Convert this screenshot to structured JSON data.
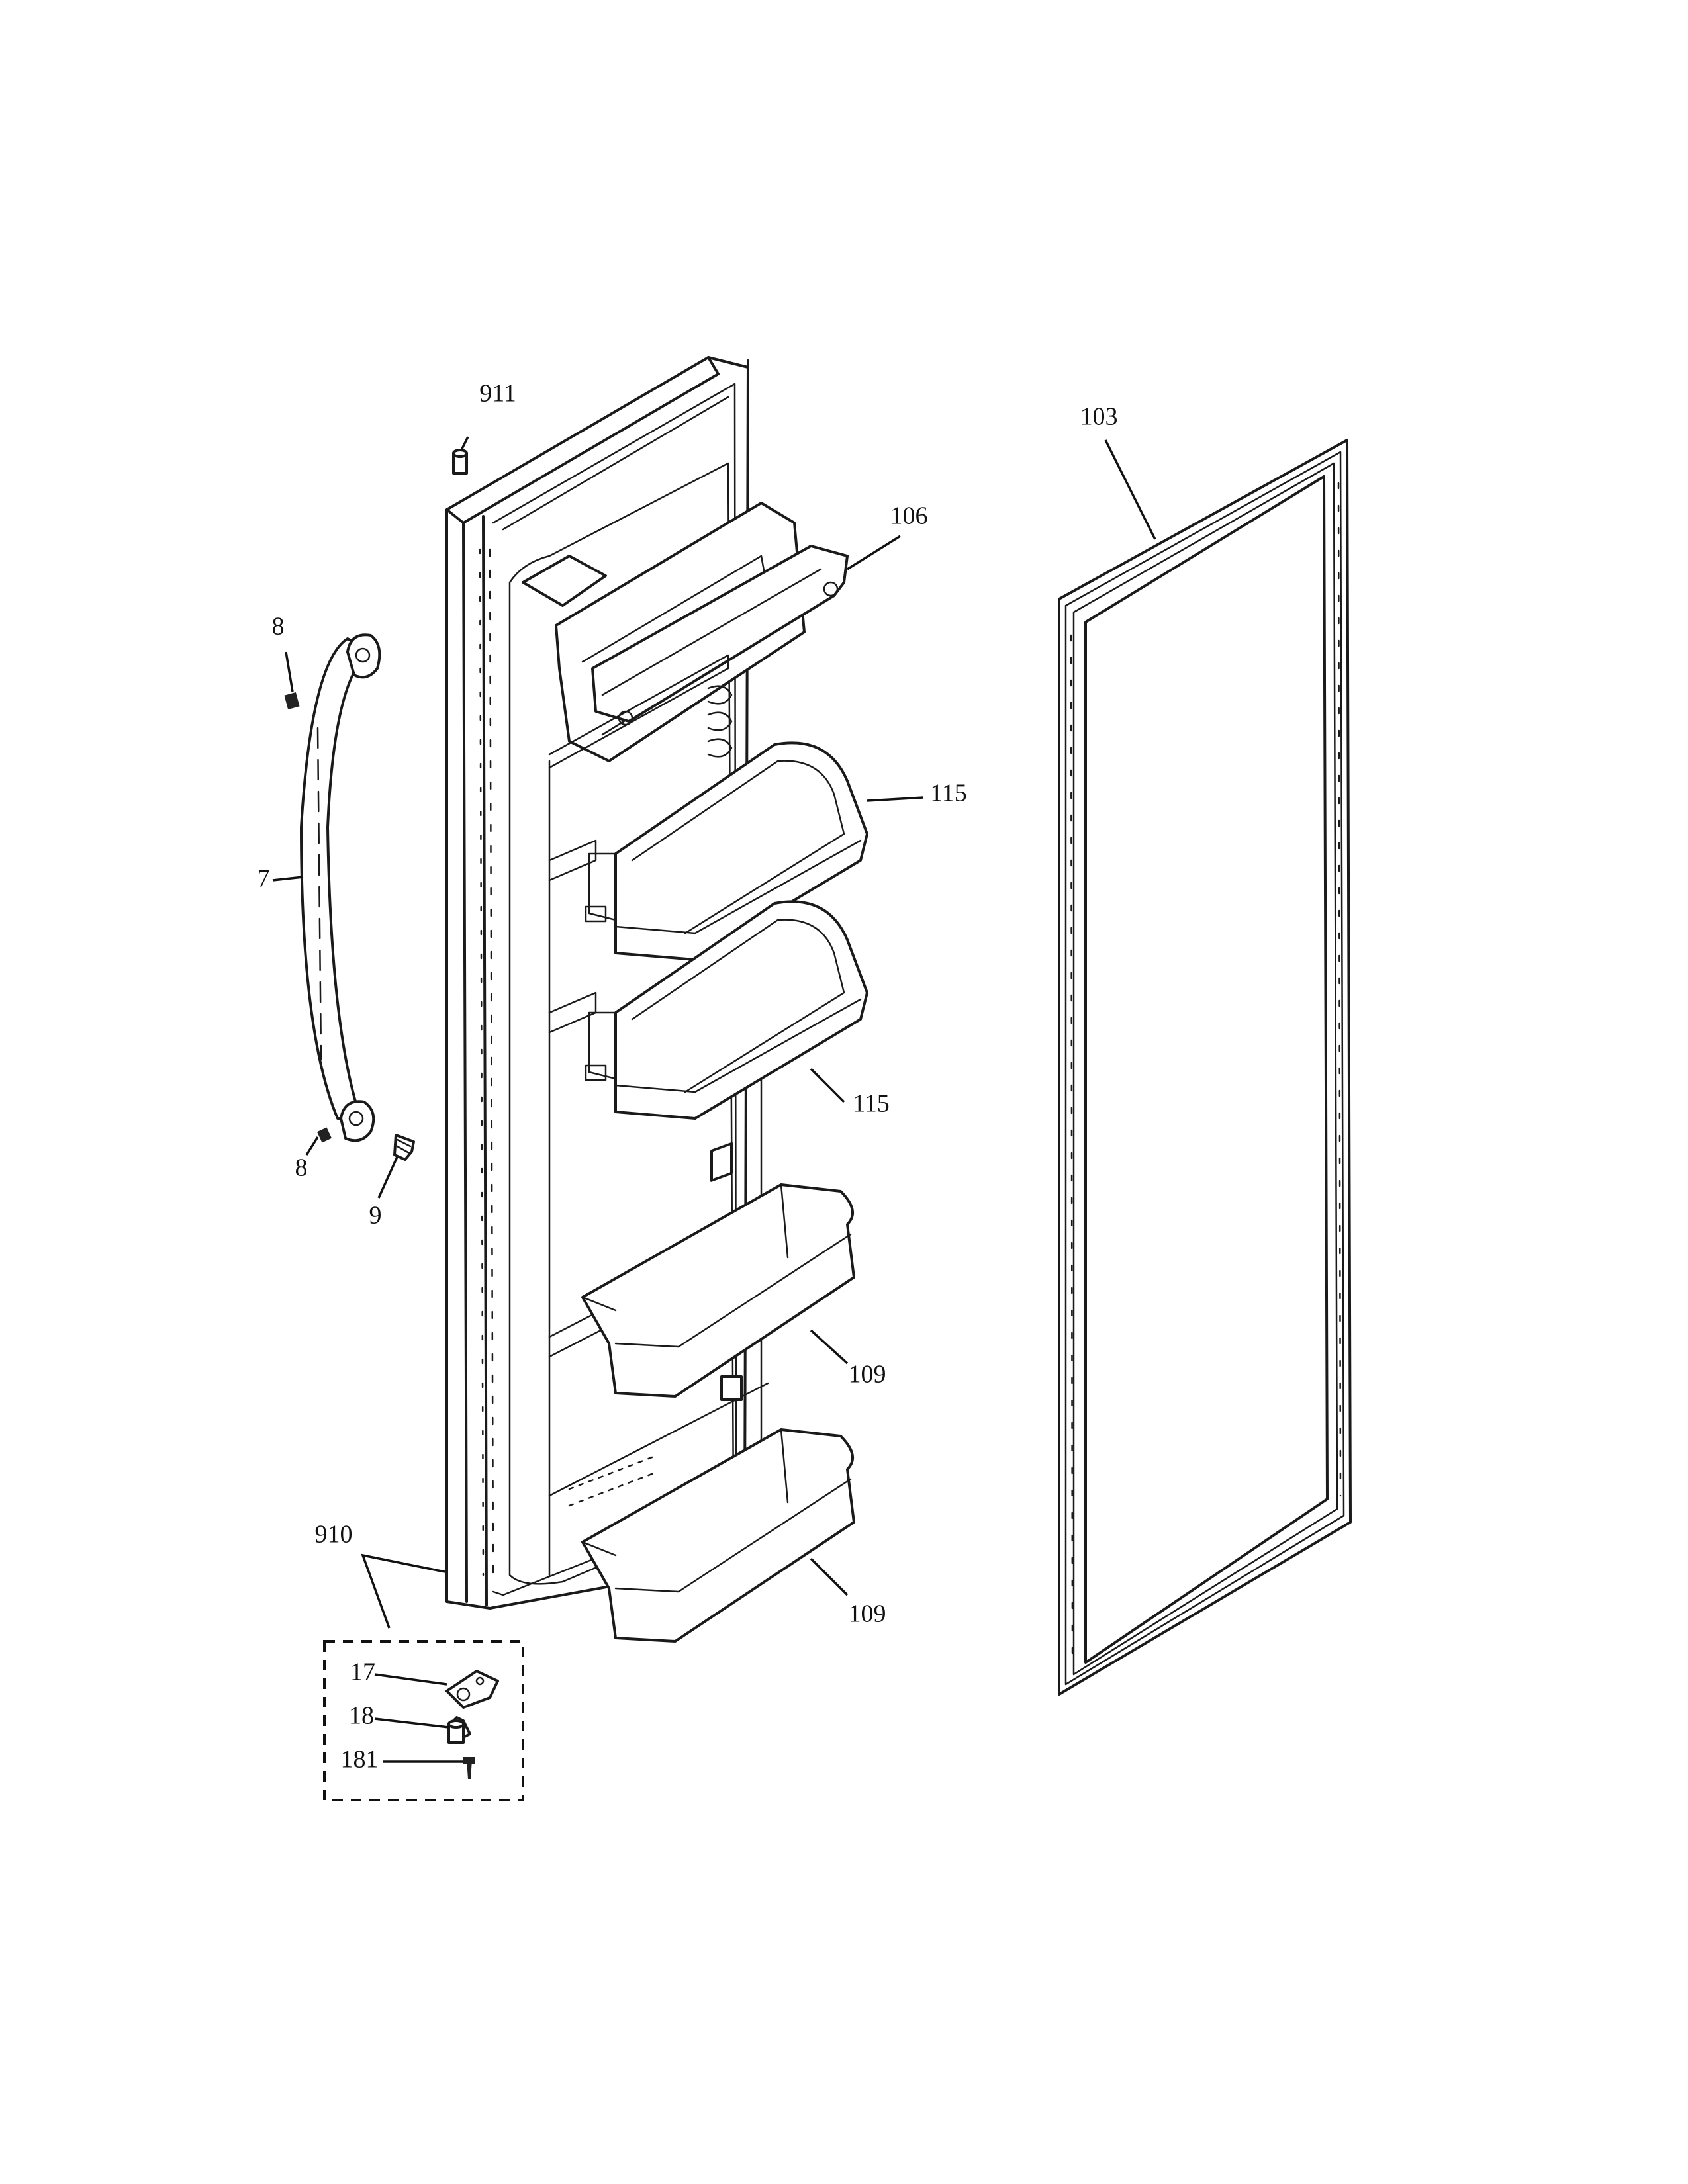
{
  "callouts": {
    "c911": "911",
    "c103": "103",
    "c106": "106",
    "c8a": "8",
    "c115a": "115",
    "c7": "7",
    "c115b": "115",
    "c8b": "8",
    "c9": "9",
    "c109a": "109",
    "c910": "910",
    "c109b": "109",
    "c17": "17",
    "c18": "18",
    "c181": "181"
  }
}
